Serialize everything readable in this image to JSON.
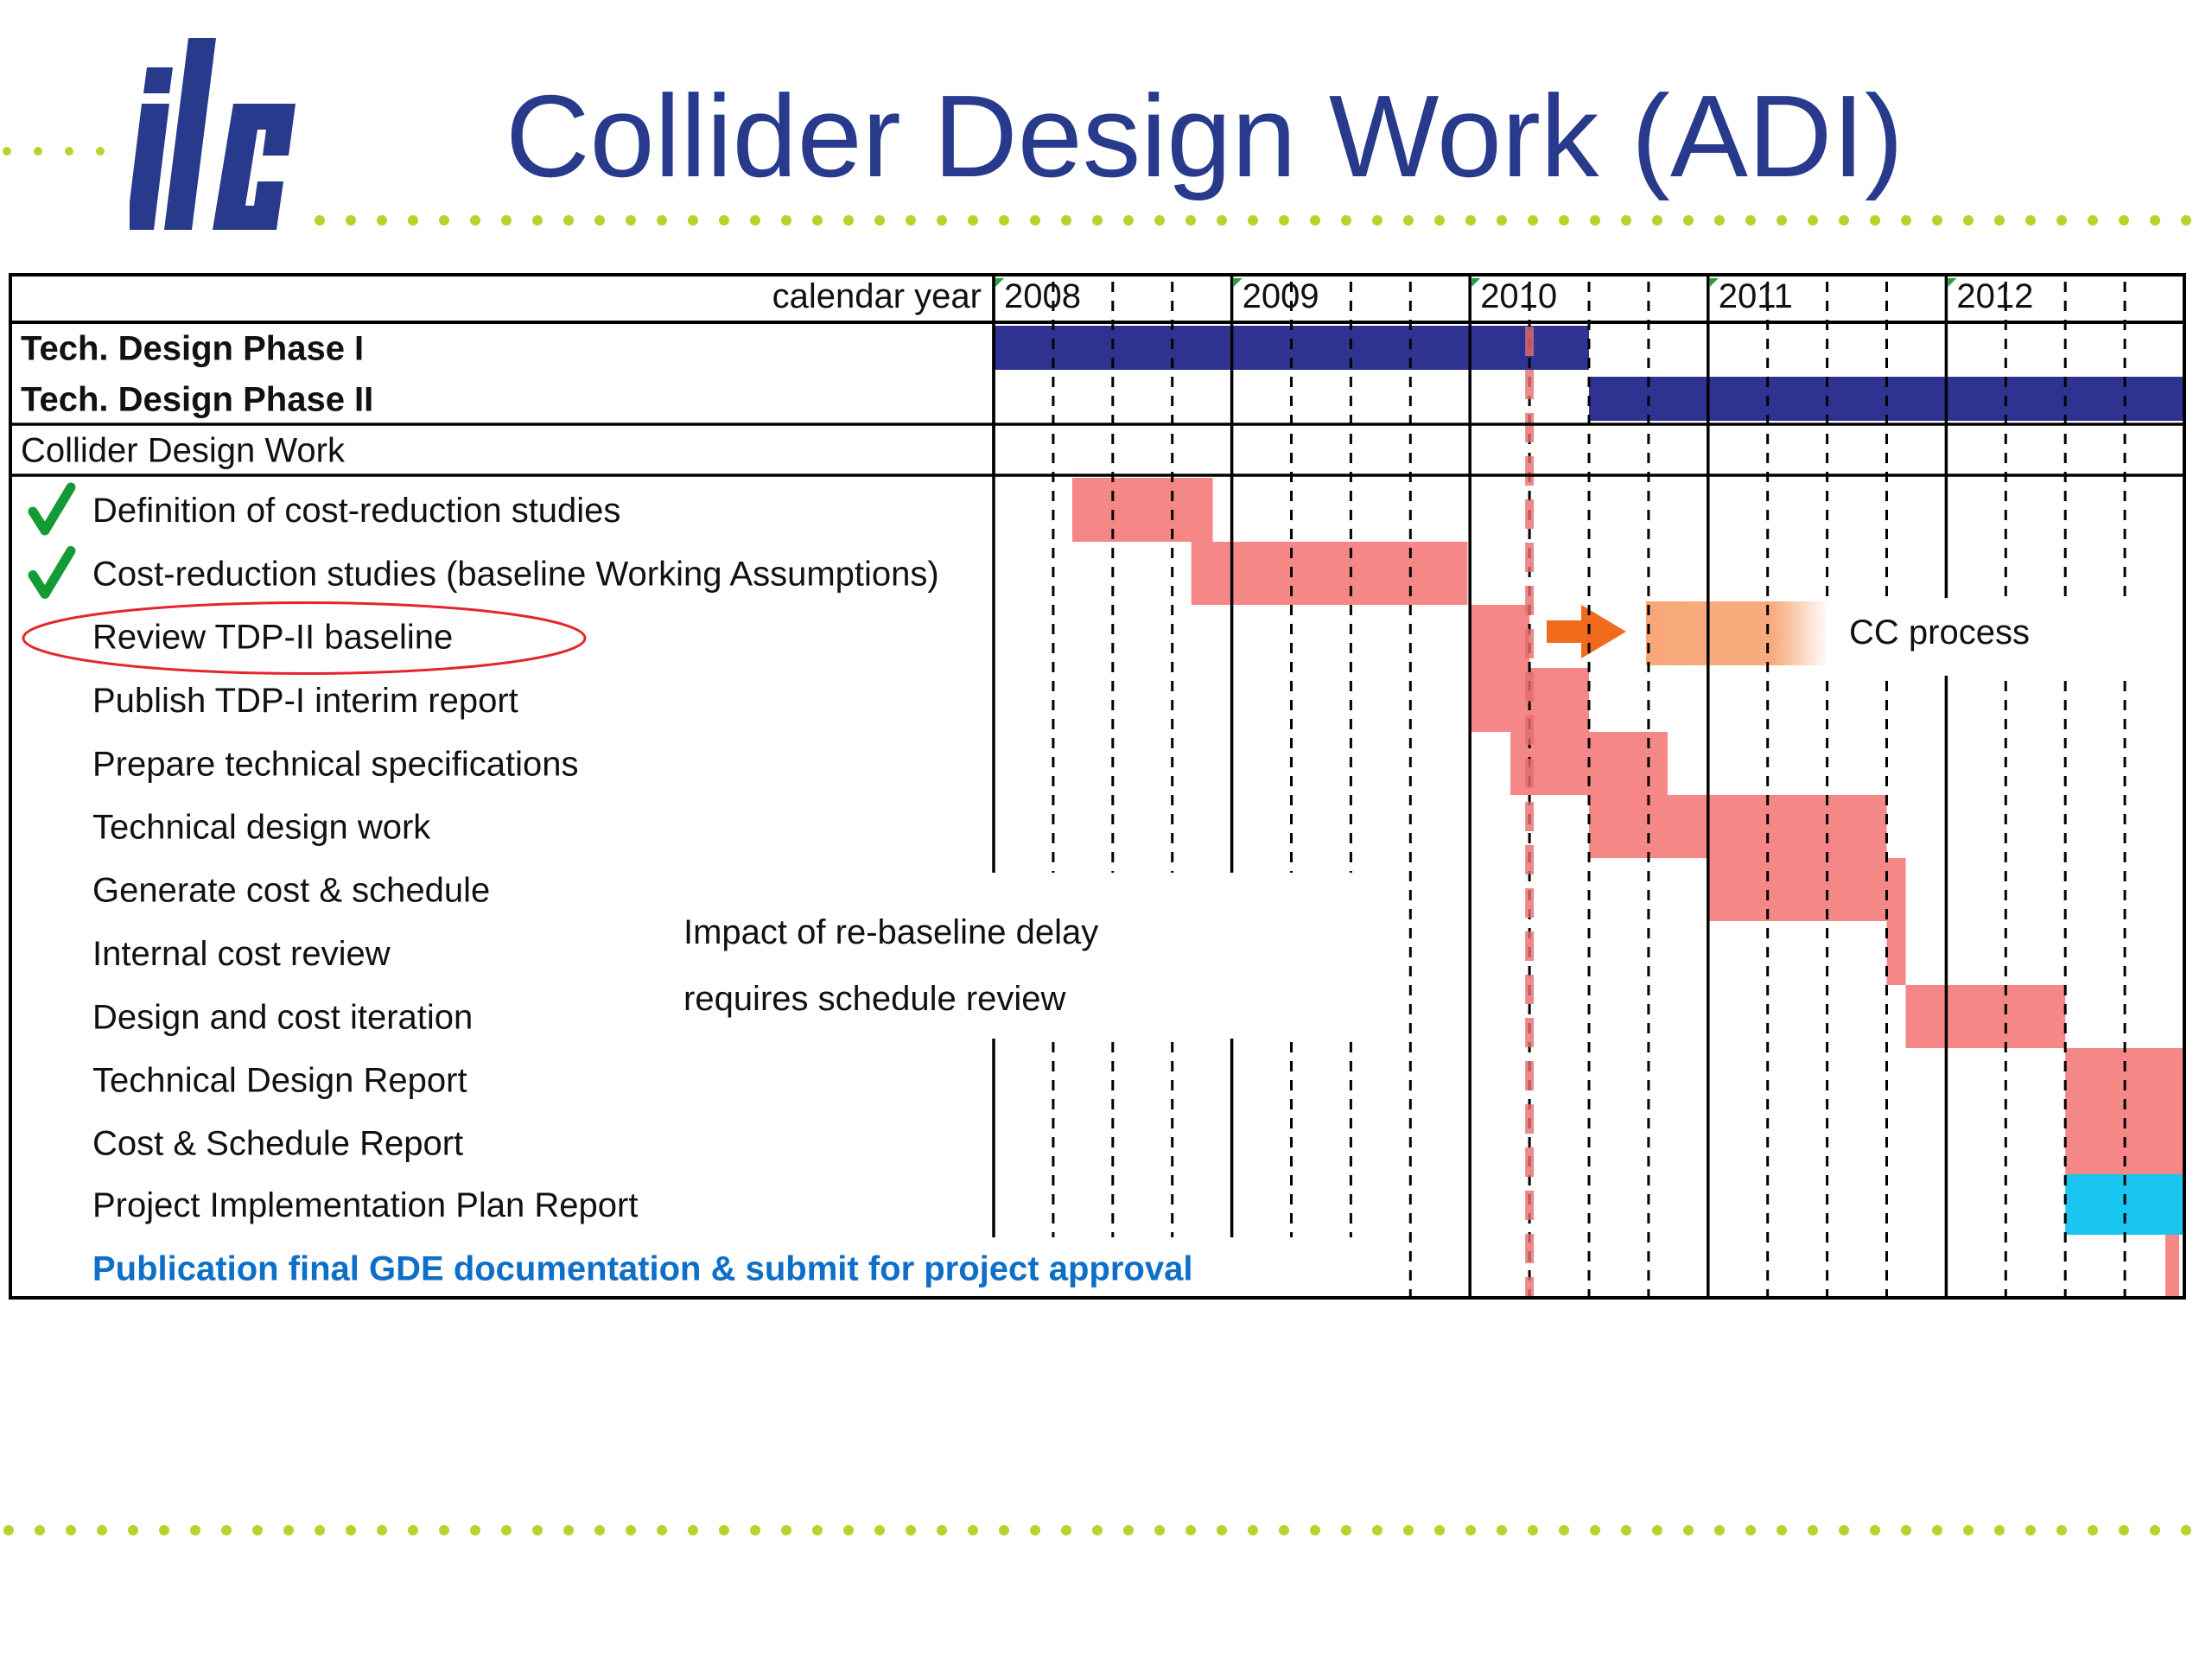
{
  "page": {
    "title": "Collider Design Work (ADI)",
    "colors": {
      "title": "#283A8C",
      "dots": "#B7D32C",
      "phase_bar": "#2E3391",
      "task_bar": "#F58787",
      "cc_bar": "#F8A878",
      "arrow": "#F26A1B",
      "final_bar": "#19C6F0",
      "final_text": "#0E6FC9",
      "ellipse": "#E3262B",
      "check": "#169A36"
    }
  },
  "chart_data": {
    "type": "gantt",
    "x_axis_label": "calendar year",
    "years": [
      "2008",
      "2009",
      "2010",
      "2011",
      "2012"
    ],
    "xlim": [
      2008.0,
      2013.0
    ],
    "rows": [
      {
        "label": "Tech. Design Phase I",
        "bold": true,
        "group": "header",
        "color": "#2E3391",
        "start": 2008.0,
        "end": 2010.5
      },
      {
        "label": "Tech. Design Phase II",
        "bold": true,
        "group": "header",
        "color": "#2E3391",
        "start": 2010.5,
        "end": 2013.0
      },
      {
        "label": "Collider Design Work",
        "bold": false,
        "group": "section"
      },
      {
        "label": "Definition of cost-reduction studies",
        "check": true,
        "color": "#F58787",
        "start": 2008.33,
        "end": 2008.92
      },
      {
        "label": "Cost-reduction studies (baseline Working Assumptions)",
        "check": true,
        "color": "#F58787",
        "start": 2008.83,
        "end": 2009.99
      },
      {
        "label": "Review TDP-II baseline",
        "circled": true,
        "color": "#F58787",
        "start": 2010.0,
        "end": 2010.25
      },
      {
        "label": "Publish TDP-I interim report",
        "color": "#F58787",
        "start": 2010.0,
        "end": 2010.5
      },
      {
        "label": "Prepare technical specifications",
        "color": "#F58787",
        "start": 2010.17,
        "end": 2010.83
      },
      {
        "label": "Technical design work",
        "color": "#F58787",
        "start": 2010.5,
        "end": 2011.75
      },
      {
        "label": "Generate cost & schedule",
        "color": "#F58787",
        "start": 2011.0,
        "end": 2011.83
      },
      {
        "label": "Internal cost review",
        "color": "#F58787",
        "start": 2011.75,
        "end": 2011.83
      },
      {
        "label": "Design and cost iteration",
        "color": "#F58787",
        "start": 2011.83,
        "end": 2012.5
      },
      {
        "label": "Technical Design Report",
        "color": "#F58787",
        "start": 2012.5,
        "end": 2013.0
      },
      {
        "label": "Cost & Schedule Report",
        "color": "#F58787",
        "start": 2012.5,
        "end": 2013.0
      },
      {
        "label": "Project Implementation Plan Report",
        "color": "#19C6F0",
        "start": 2012.5,
        "end": 2013.0
      },
      {
        "label": "Publication final GDE documentation & submit for project approval",
        "color": "#F58787",
        "start": 2012.92,
        "end": 2013.0,
        "highlight": true
      }
    ],
    "cc_process": {
      "label": "CC process",
      "start": 2010.75,
      "end": 2011.5,
      "row": 5
    },
    "delay_marker": {
      "x": 2010.25
    },
    "annotation": [
      "Impact of re-baseline delay",
      "requires schedule review"
    ]
  }
}
